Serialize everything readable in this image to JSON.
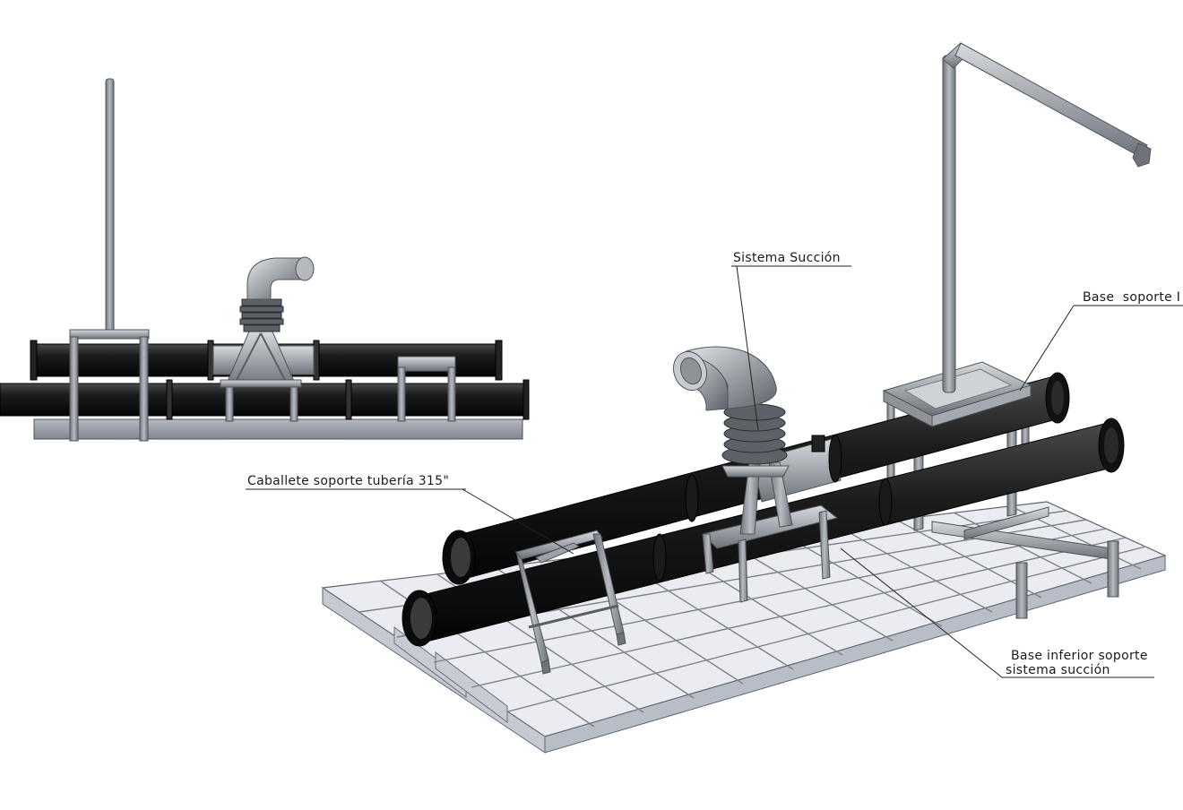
{
  "labels": {
    "sistema_succion": "Sistema Succión",
    "base_soporte": "Base  soporte I",
    "caballete": "Caballete soporte tubería 315\"",
    "base_inferior_line1": "Base inferior soporte",
    "base_inferior_line2": "sistema succión"
  },
  "colors": {
    "pipe_black": "#151515",
    "pipe_highlight": "#3c3c3c",
    "steel": "#8e9398",
    "steel_dark": "#5f6469",
    "steel_light": "#c4c8cc",
    "grate_fill": "#dfe3ea",
    "grate_line": "#7d838b",
    "line": "#222222"
  }
}
